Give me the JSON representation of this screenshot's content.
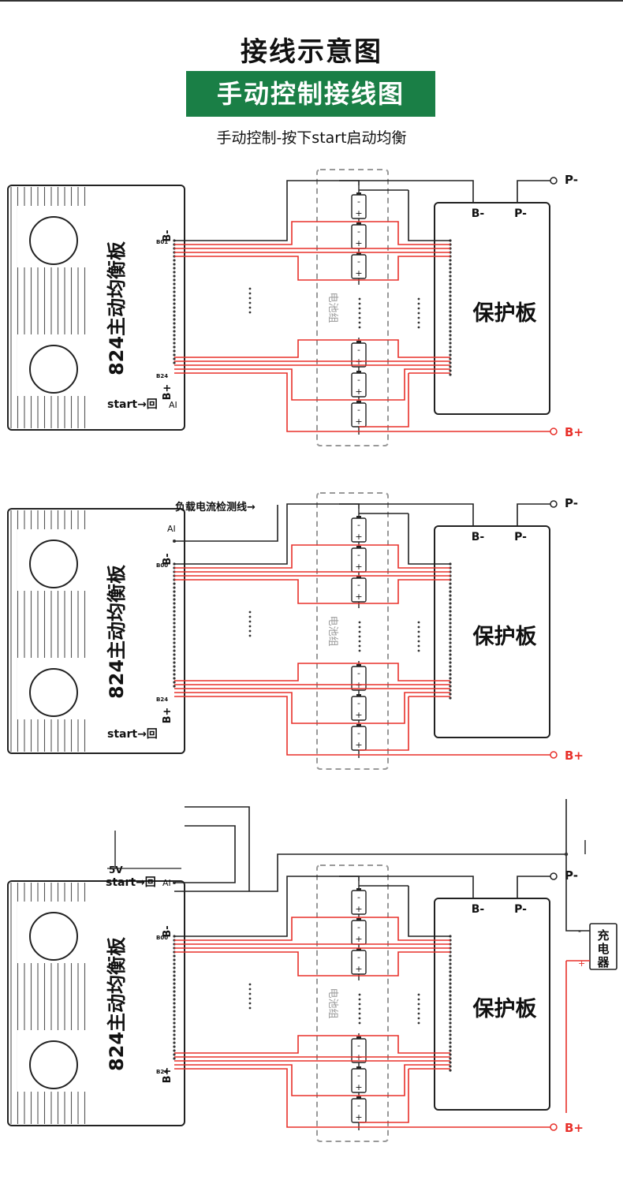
{
  "header": {
    "title": "接线示意图",
    "banner": "手动控制接线图",
    "subtitle": "手动控制-按下start启动均衡"
  },
  "colors": {
    "banner_bg": "#1a7f46",
    "red_wire": "#e8302a",
    "black_wire": "#222222",
    "dash_box": "#999999"
  },
  "labels": {
    "balancer": "824主动均衡板",
    "protect_board": "保护板",
    "pack": "电池组",
    "b_minus": "B-",
    "b_plus": "B+",
    "p_minus": "P-",
    "b01": "B01",
    "b00": "B00",
    "b24": "B24",
    "start_btn": "start→回",
    "ai": "AI",
    "five_v": "5V",
    "load_detect": "负载电流检测线→",
    "charger": "充电器",
    "cell_minus": "-",
    "cell_plus": "+",
    "term_minus": "-",
    "term_plus": "+"
  }
}
